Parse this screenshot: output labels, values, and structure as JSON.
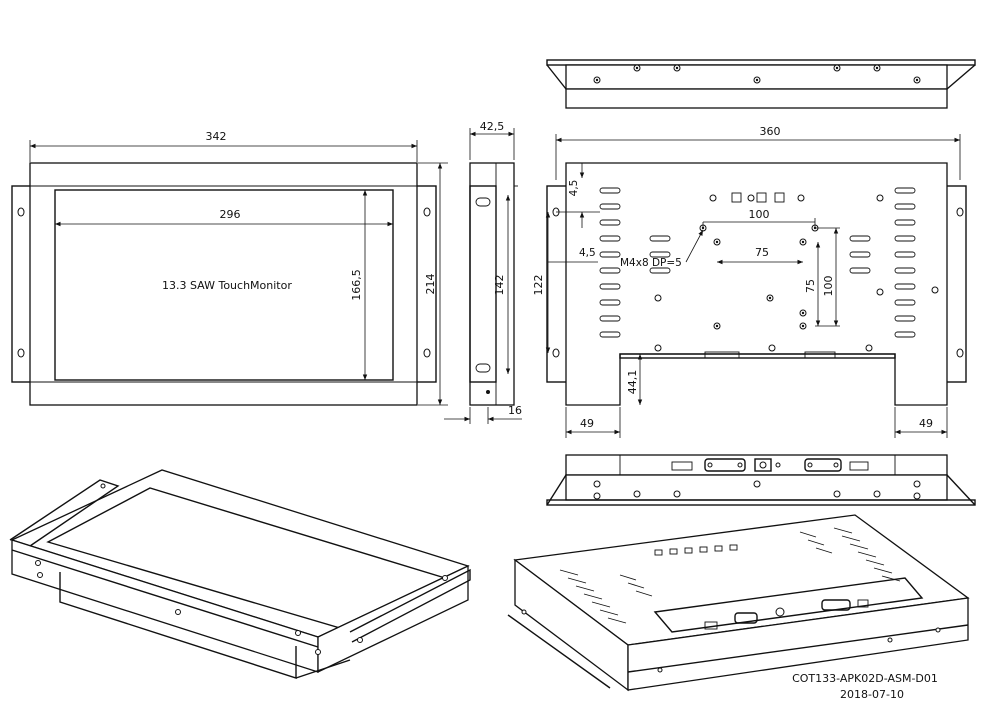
{
  "front_view": {
    "width": "342",
    "height": "214",
    "display_width": "296",
    "display_height": "166,5",
    "product_label": "13.3 SAW TouchMonitor"
  },
  "side_view": {
    "depth": "42,5",
    "height": "142",
    "bracket": "16"
  },
  "rear_view": {
    "width": "360",
    "top_offset": "4,5",
    "side_offset": "4,5",
    "height": "122",
    "mount_spacing_h": "100",
    "mount_spacing_h2": "75",
    "mount_spacing_v": "100",
    "mount_spacing_v2": "75",
    "screw_note": "M4x8 DP=5",
    "connector_height": "44,1",
    "left_margin": "49",
    "right_margin": "49"
  },
  "title_block": {
    "drawing_number": "COT133-APK02D-ASM-D01",
    "date": "2018-07-10"
  }
}
